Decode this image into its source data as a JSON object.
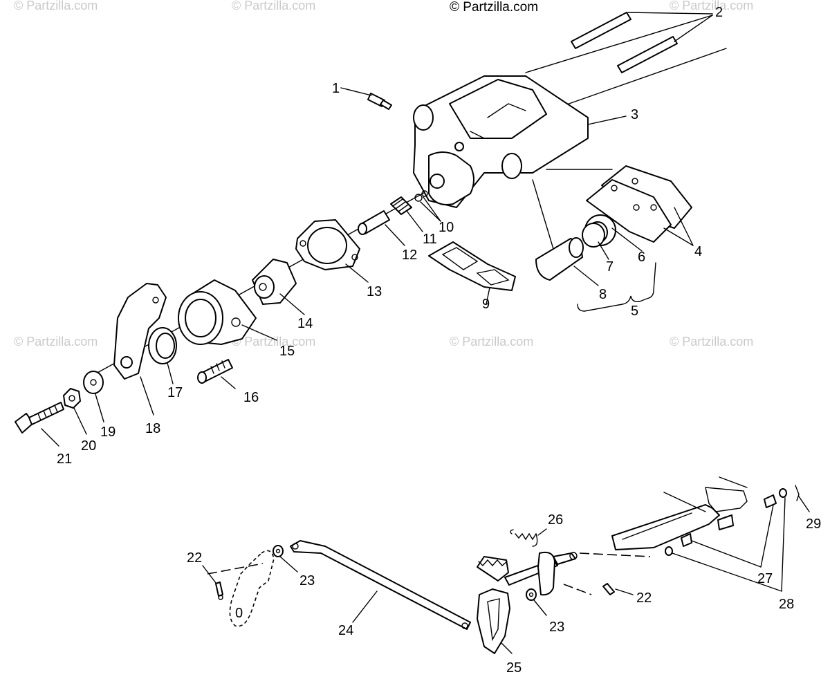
{
  "watermarks": [
    "© Partzilla.com",
    "© Partzilla.com",
    "© Partzilla.com",
    "© Partzilla.com",
    "© Partzilla.com",
    "© Partzilla.com",
    "© Partzilla.com",
    "© Partzilla.com"
  ],
  "watermark_top": "© Partzilla.com",
  "callouts": [
    "1",
    "2",
    "3",
    "4",
    "5",
    "6",
    "7",
    "8",
    "9",
    "10",
    "11",
    "12",
    "13",
    "14",
    "15",
    "16",
    "17",
    "18",
    "19",
    "20",
    "21",
    "22",
    "22",
    "23",
    "23",
    "24",
    "25",
    "26",
    "27",
    "28",
    "29"
  ]
}
